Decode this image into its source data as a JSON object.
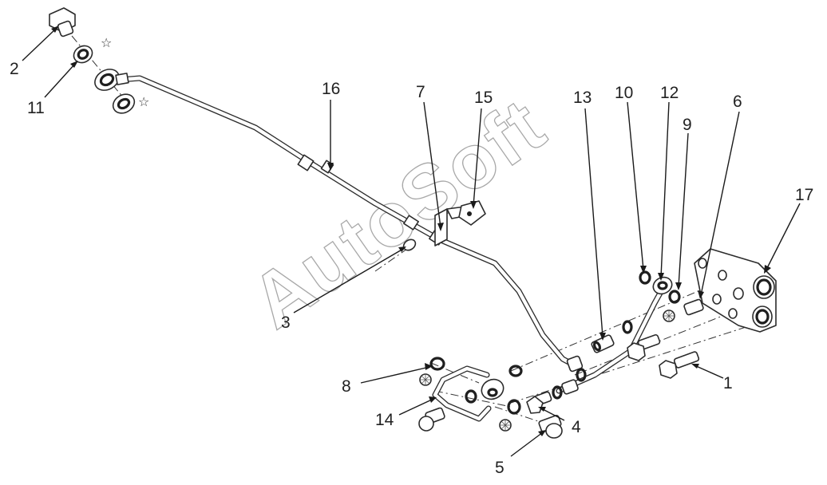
{
  "diagram": {
    "watermark": "AutoSoft",
    "callouts": [
      {
        "id": "c1",
        "label": "1"
      },
      {
        "id": "c2",
        "label": "2"
      },
      {
        "id": "c3",
        "label": "3"
      },
      {
        "id": "c4",
        "label": "4"
      },
      {
        "id": "c5",
        "label": "5"
      },
      {
        "id": "c6",
        "label": "6"
      },
      {
        "id": "c7",
        "label": "7"
      },
      {
        "id": "c8",
        "label": "8"
      },
      {
        "id": "c9",
        "label": "9"
      },
      {
        "id": "c10",
        "label": "10"
      },
      {
        "id": "c11",
        "label": "11"
      },
      {
        "id": "c12",
        "label": "12"
      },
      {
        "id": "c13",
        "label": "13"
      },
      {
        "id": "c14",
        "label": "14"
      },
      {
        "id": "c15",
        "label": "15"
      },
      {
        "id": "c16",
        "label": "16"
      },
      {
        "id": "c17",
        "label": "17"
      }
    ],
    "replace_mark": "☆",
    "colors": {
      "line": "#2b2b2b",
      "watermark": "#9a9a9a",
      "background": "#ffffff"
    }
  }
}
